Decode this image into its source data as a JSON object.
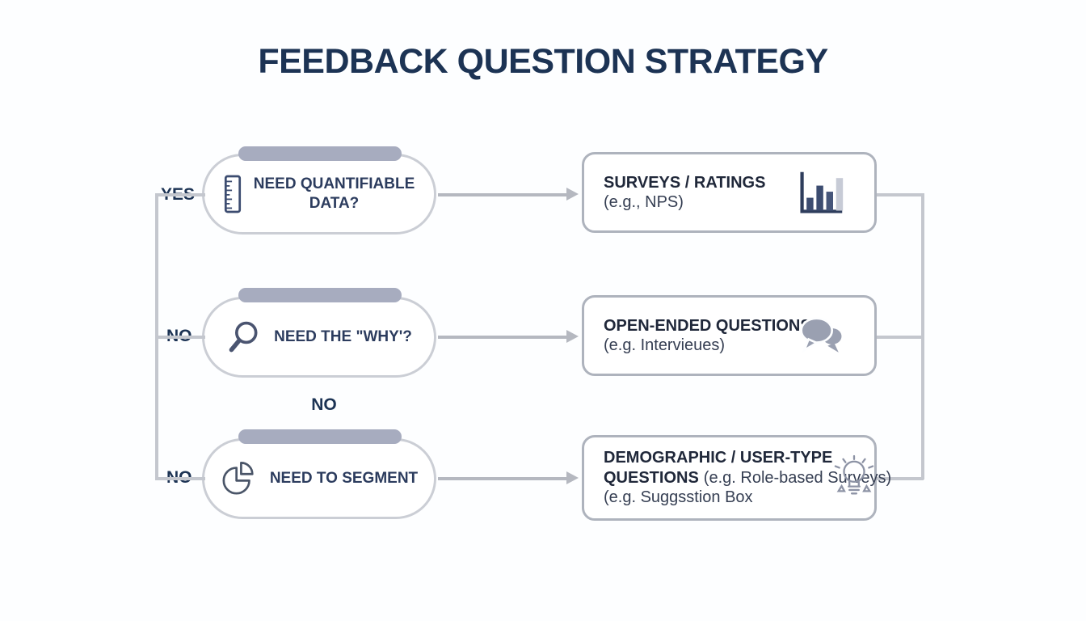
{
  "title": "FEEDBACK QUESTION STRATEGY",
  "colors": {
    "background": "#fdfeff",
    "title_navy": "#1c3354",
    "pill_text_navy": "#2c3c5e",
    "connector_gray": "#c4c7ce",
    "arrow_gray": "#b5b8c0",
    "pill_border": "#cbced5",
    "box_border": "#aeb3bd",
    "pill_topbar": "#a7acbf",
    "icon_navy": "#3c4c70",
    "icon_gray": "#9aa0b1",
    "bar_light": "#c7cbd6",
    "box_title_dark": "#20283a"
  },
  "branches": {
    "yes": "YES",
    "no_middle": "NO",
    "no_bottom": "NO",
    "no_above_segment": "NO"
  },
  "decisions": [
    {
      "line1": "NEED QUANTIFIABLE",
      "line2": "DATA?",
      "icon": "ruler-icon"
    },
    {
      "line1": "NEED THE \"WHY'?",
      "line2": "",
      "icon": "magnifier-icon"
    },
    {
      "line1": "NEED TO SEGMENT",
      "line2": "",
      "icon": "pie-chart-icon"
    }
  ],
  "outcomes": [
    {
      "title": "SURVEYS / RATINGS",
      "subtitle": "(e.g., NPS)",
      "icon": "bar-chart-icon"
    },
    {
      "title": "OPEN-ENDED QUESTIONS",
      "subtitle": "(e.g. Intervieues)",
      "icon": "speech-bubbles-icon"
    },
    {
      "title": "DEMOGRAPHIC / USER-TYPE",
      "title2": "QUESTIONS",
      "subtitle_inline": "(e.g. Role-based Surveys)",
      "line3": "(e.g. Suggsstion Box",
      "icon": "lightbulb-icon"
    }
  ]
}
